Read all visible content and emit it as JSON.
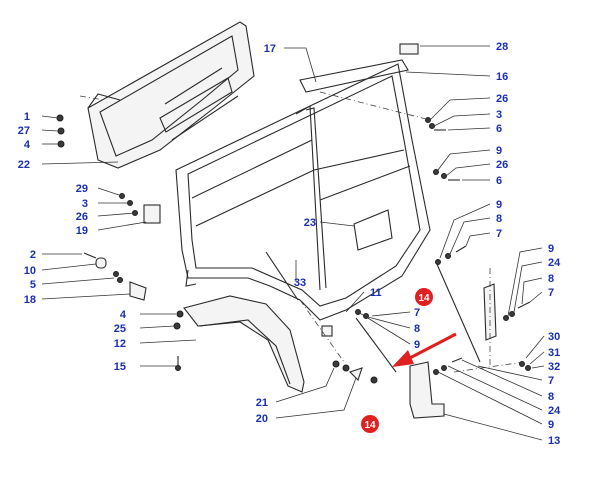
{
  "callouts": {
    "c1": "1",
    "c27": "27",
    "c4a": "4",
    "c22": "22",
    "c29": "29",
    "c3a": "3",
    "c26a": "26",
    "c19": "19",
    "c2": "2",
    "c10": "10",
    "c5": "5",
    "c18": "18",
    "c4b": "4",
    "c25": "25",
    "c12": "12",
    "c15": "15",
    "c21": "21",
    "c20": "20",
    "c17": "17",
    "c23": "23",
    "c33": "33",
    "c11": "11",
    "c7a": "7",
    "c8a": "8",
    "c9a": "9",
    "c28": "28",
    "c16": "16",
    "c26b": "26",
    "c3b": "3",
    "c6a": "6",
    "c9b": "9",
    "c26c": "26",
    "c6b": "6",
    "c9c": "9",
    "c8b": "8",
    "c7b": "7",
    "c9d": "9",
    "c24a": "24",
    "c8c": "8",
    "c7c": "7",
    "c30": "30",
    "c31": "31",
    "c32": "32",
    "c7d": "7",
    "c8d": "8",
    "c24b": "24",
    "c9e": "9",
    "c13": "13"
  },
  "badges": {
    "upper": "14",
    "lower": "14"
  },
  "colors": {
    "callout": "#1b2fb0",
    "badge": "#e02020",
    "arrow": "#e02020"
  }
}
